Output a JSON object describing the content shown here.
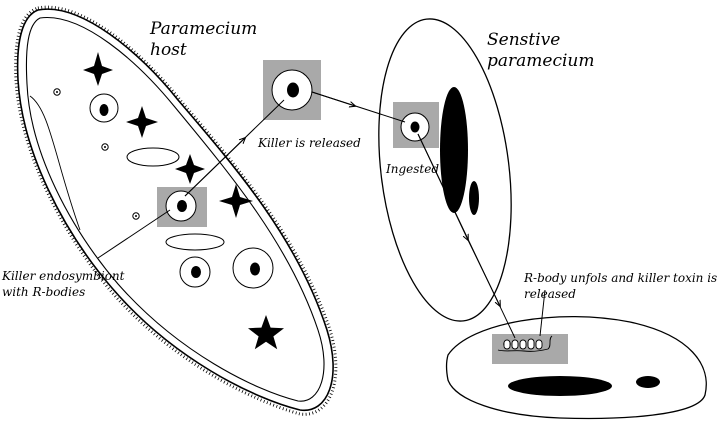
{
  "labels": {
    "host_line1": "Paramecium",
    "host_line2": "host",
    "sensitive_line1": "Senstive",
    "sensitive_line2": "paramecium",
    "killer_released": "Killer is released",
    "ingested": "Ingested",
    "endosymbiont_line1": "Killer endosymbiont",
    "endosymbiont_line2": "with R-bodies",
    "rbody_line1": "R-body unfols and killer toxin is",
    "rbody_line2": "released"
  },
  "colors": {
    "ink": "#000000",
    "highlight_box": "#a9a9a9",
    "background": "#ffffff"
  },
  "icons": [
    "four-point-star-icon",
    "five-point-star-icon",
    "nucleus-icon",
    "arrow-icon"
  ]
}
